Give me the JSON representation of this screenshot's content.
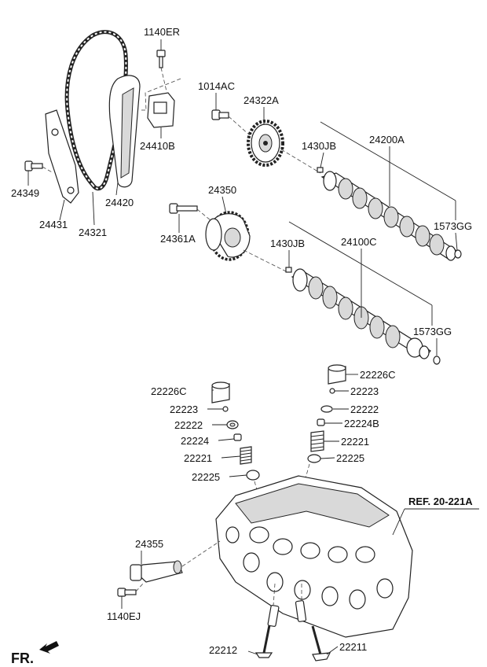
{
  "labels": {
    "p1140ER": "1140ER",
    "p1014AC": "1014AC",
    "p24322A": "24322A",
    "p24410B": "24410B",
    "p1430JB_top": "1430JB",
    "p24200A": "24200A",
    "p24349": "24349",
    "p24420": "24420",
    "p24431": "24431",
    "p24321": "24321",
    "p24350": "24350",
    "p1573GG_top": "1573GG",
    "p24361A": "24361A",
    "p1430JB_bot": "1430JB",
    "p24100C": "24100C",
    "p1573GG_bot": "1573GG",
    "p22226C_right": "22226C",
    "p22223_right": "22223",
    "p22226C_left": "22226C",
    "p22222_right": "22222",
    "p22223_left": "22223",
    "p22224B": "22224B",
    "p22222_left": "22222",
    "p22221_right": "22221",
    "p22224": "22224",
    "p22225_right": "22225",
    "p22221_left": "22221",
    "p22225_left": "22225",
    "ref": "REF. 20-221A",
    "p24355": "24355",
    "p1140EJ": "1140EJ",
    "p22212": "22212",
    "p22211": "22211",
    "fr": "FR."
  }
}
